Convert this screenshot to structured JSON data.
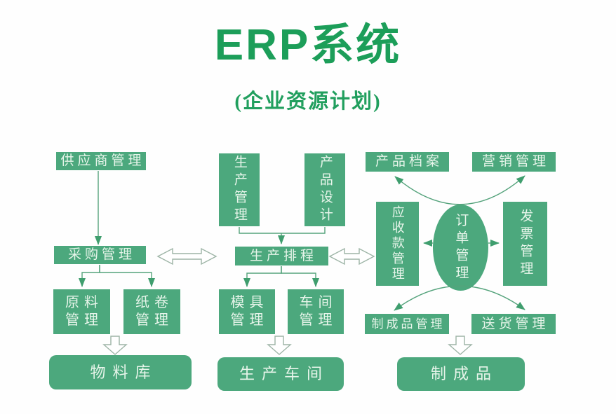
{
  "header": {
    "title": "ERP系统",
    "subtitle": "(企业资源计划)"
  },
  "colors": {
    "title_green": "#1c9e59",
    "node_fill_green": "#4ca87d",
    "node_text": "#e7f5ea",
    "connector_green": "#55a37c",
    "hollow_arrow_outline": "#9db4a6",
    "background": "#fefefe"
  },
  "nodes": {
    "supplier_mgmt": "供应商管理",
    "purchase_mgmt": "采购管理",
    "raw_material_mgmt": {
      "line1": "原料",
      "line2": "管理"
    },
    "paper_roll_mgmt": {
      "line1": "纸卷",
      "line2": "管理"
    },
    "material_warehouse": "物料库",
    "production_mgmt": "生产管理",
    "product_design": "产品设计",
    "production_scheduling": "生产排程",
    "mold_mgmt": {
      "line1": "模具",
      "line2": "管理"
    },
    "workshop_mgmt": {
      "line1": "车间",
      "line2": "管理"
    },
    "production_workshop": "生产车间",
    "product_archive": "产品档案",
    "marketing_mgmt": "营销管理",
    "receivables_mgmt": "应收款管理",
    "order_mgmt": "订单管理",
    "invoice_mgmt": "发票管理",
    "finished_goods_mgmt": "制成品管理",
    "delivery_mgmt": "送货管理",
    "finished_goods": "制成品"
  }
}
